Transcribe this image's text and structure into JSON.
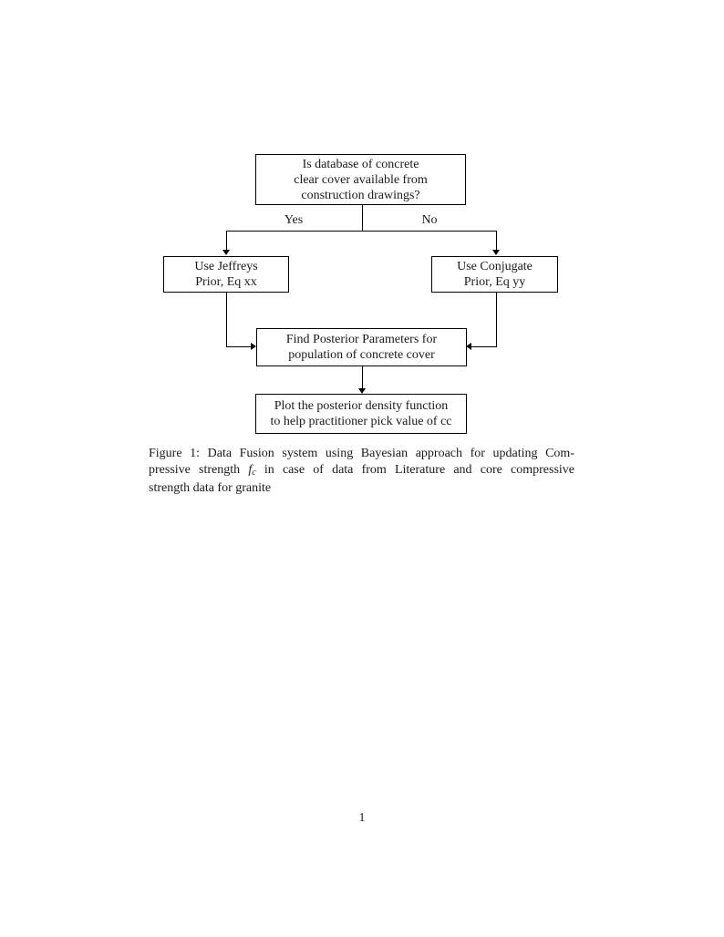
{
  "page": {
    "background_color": "#ffffff",
    "text_color": "#1a1a1a",
    "line_color": "#000000",
    "page_number": "1"
  },
  "diagram": {
    "nodes": {
      "question": {
        "lines": [
          "Is database of concrete",
          "clear cover available from",
          "construction drawings?"
        ]
      },
      "jeffreys": {
        "lines": [
          "Use Jeffreys",
          "Prior, Eq xx"
        ]
      },
      "conjugate": {
        "lines": [
          "Use Conjugate",
          "Prior, Eq yy"
        ]
      },
      "posterior": {
        "lines": [
          "Find Posterior Parameters for",
          "population of concrete cover"
        ]
      },
      "plot": {
        "lines": [
          "Plot the posterior density function",
          "to help practitioner pick value of cc"
        ]
      }
    },
    "edge_labels": {
      "yes": "Yes",
      "no": "No"
    }
  },
  "caption": {
    "line1": "Figure 1: Data Fusion system using Bayesian approach for updating Com-",
    "line2_before": "pressive strength ",
    "math_var": "f",
    "math_subscript": "c",
    "line2_after": " in case of data from Literature and core compressive",
    "line3": "strength data for granite"
  }
}
